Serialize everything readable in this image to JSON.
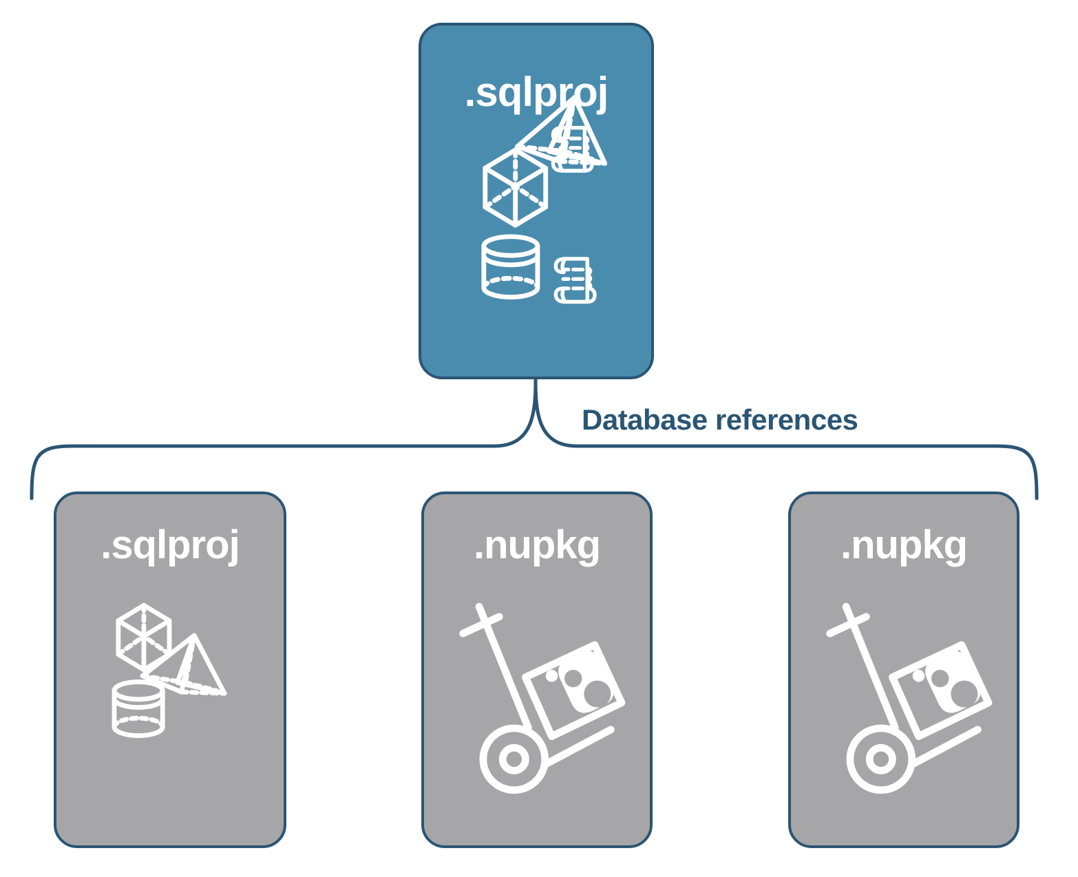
{
  "diagram": {
    "title_top": ".sqlproj",
    "connector_label": "Database references",
    "colors": {
      "card_blue": "#4a8cae",
      "card_gray": "#a6a6a8",
      "stroke_navy": "#2b5574",
      "text_white": "#ffffff",
      "background": "#ffffff"
    }
  },
  "nodes": {
    "root": {
      "label": ".sqlproj",
      "fill": "#4a8cae",
      "icons": [
        "cube-icon",
        "pyramid-icon",
        "cylinder-icon",
        "scroll-icon",
        "scroll-icon"
      ]
    },
    "children": [
      {
        "label": ".sqlproj",
        "fill": "#a6a6a8",
        "icons": [
          "cube-icon",
          "pyramid-icon",
          "cylinder-icon"
        ]
      },
      {
        "label": ".nupkg",
        "fill": "#a6a6a8",
        "icons": [
          "hand-truck-icon",
          "nuget-package-icon"
        ]
      },
      {
        "label": ".nupkg",
        "fill": "#a6a6a8",
        "icons": [
          "hand-truck-icon",
          "nuget-package-icon"
        ]
      }
    ]
  }
}
